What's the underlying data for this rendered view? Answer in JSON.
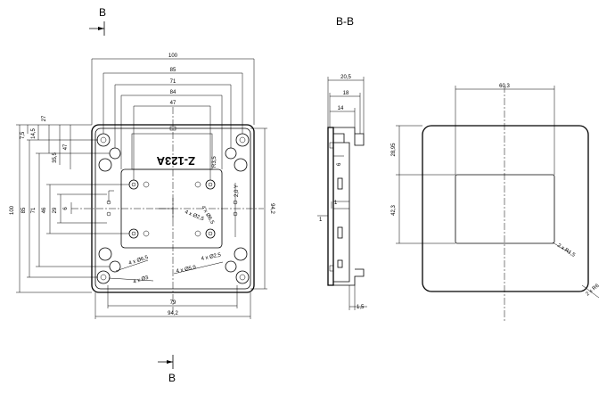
{
  "section_label": "B-B",
  "cut_marker_top": "B",
  "cut_marker_bottom": "B",
  "part_number": "Z-123A",
  "front_view": {
    "top_dims": [
      "100",
      "85",
      "71",
      "84",
      "47"
    ],
    "bottom_dims": [
      "79",
      "94,2"
    ],
    "left_dims": [
      "100",
      "85",
      "71",
      "46",
      "29",
      "6",
      "47",
      "35,5",
      "27",
      "14,5",
      "7,5"
    ],
    "right_dims": [
      "94,2",
      "R3,5"
    ],
    "hole_callouts": [
      "4 x Ø6,5",
      "4 x Ø3",
      "4 x Ø2,5",
      "4 x Ø5,9",
      "4 x Ø2,5",
      "4 x Ø6,5",
      "2,0 Y"
    ]
  },
  "section_view": {
    "top_dims": [
      "20,5",
      "18",
      "14"
    ],
    "side_dims": [
      "6",
      "1",
      "1,5"
    ]
  },
  "rear_view": {
    "dims": [
      "60,3",
      "28,95",
      "42,3"
    ],
    "radius_callouts": [
      "2 x R1,5",
      "2 x R6"
    ]
  }
}
